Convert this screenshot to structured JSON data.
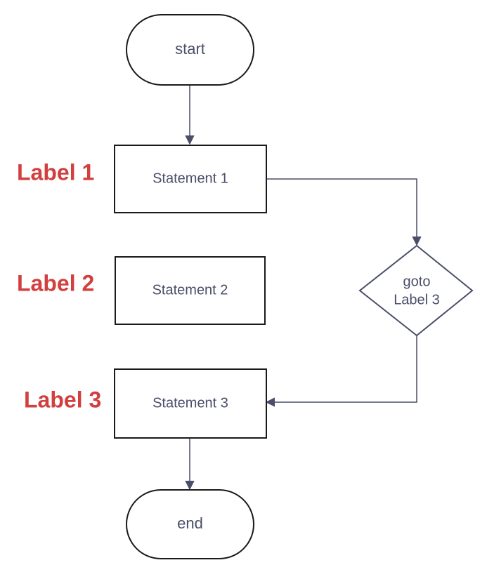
{
  "colors": {
    "node_border": "#1a1a1a",
    "connector": "#4a4e69",
    "node_text": "#4a4e69",
    "label_text": "#d23f3f",
    "background": "#ffffff"
  },
  "nodes": {
    "start": "start",
    "statement_1": "Statement 1",
    "statement_2": "Statement 2",
    "statement_3": "Statement 3",
    "decision_line_1": "goto",
    "decision_line_2": "Label 3",
    "end": "end"
  },
  "labels": {
    "label_1": "Label 1",
    "label_2": "Label 2",
    "label_3": "Label 3"
  }
}
